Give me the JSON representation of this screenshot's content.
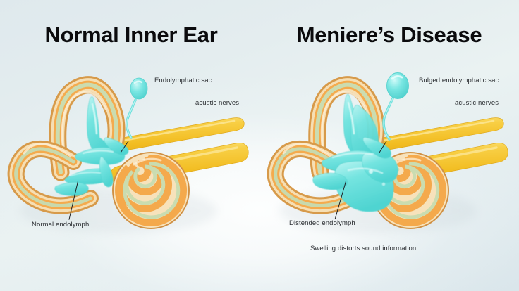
{
  "figure": {
    "type": "medical-illustration",
    "subject": "inner ear comparison",
    "background_color": "#e4edef"
  },
  "panels": [
    {
      "id": "normal",
      "title": "Normal Inner Ear",
      "labels": {
        "sac": "Endolymphatic sac",
        "nerves": "acustic nerves",
        "endolymph": "Normal endolymph"
      }
    },
    {
      "id": "meniere",
      "title": "Meniere’s Disease",
      "labels": {
        "sac": "Bulged endolymphatic sac",
        "nerves": "acustic nerves",
        "endolymph": "Distended endolymph",
        "note": "Swelling distorts sound information"
      }
    }
  ],
  "colors": {
    "endolymph_cyan": "#6fe3e0",
    "endolymph_cyan_light": "#a8f0ee",
    "bone_orange": "#f2a94e",
    "bone_cream": "#f6ddb0",
    "membrane_green": "#c7d9ae",
    "nerve_yellow": "#f6c430",
    "nerve_yellow_light": "#fbdc6b",
    "outline": "#c98a44",
    "title_text": "#0b0b0d",
    "label_text": "#2a2d31"
  }
}
